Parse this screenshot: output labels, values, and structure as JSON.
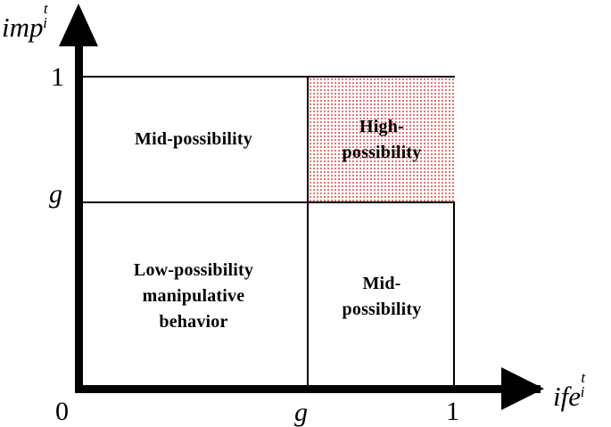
{
  "diagram": {
    "type": "quadrant-matrix",
    "title_present": false,
    "axes": {
      "y": {
        "label_base": "imp",
        "label_superscript": "t",
        "label_subscript": "i",
        "ticks": [
          "1",
          "g"
        ],
        "arrow": "up"
      },
      "x": {
        "label_base": "ife",
        "label_superscript": "t",
        "label_subscript": "i",
        "ticks": [
          "0",
          "g",
          "1"
        ],
        "arrow": "right"
      }
    },
    "quadrants": [
      {
        "id": "top-left",
        "label": "Mid-possibility",
        "lines": [
          "Mid-possibility"
        ],
        "fill": "white",
        "shaded": false
      },
      {
        "id": "top-right",
        "label": "High-possibility",
        "lines": [
          "High-",
          "possibility"
        ],
        "fill": "red-dotted-stipple",
        "shaded": true
      },
      {
        "id": "bottom-left",
        "label": "Low-possibility manipulative behavior",
        "lines": [
          "Low-possibility",
          "manipulative",
          "behavior"
        ],
        "fill": "white",
        "shaded": false
      },
      {
        "id": "bottom-right",
        "label": "Mid-possibility",
        "lines": [
          "Mid-",
          "possibility"
        ],
        "fill": "white",
        "shaded": false
      }
    ],
    "colors": {
      "line": "#000000",
      "text": "#000000",
      "background": "#ffffff",
      "stipple": "#d9534f"
    }
  }
}
